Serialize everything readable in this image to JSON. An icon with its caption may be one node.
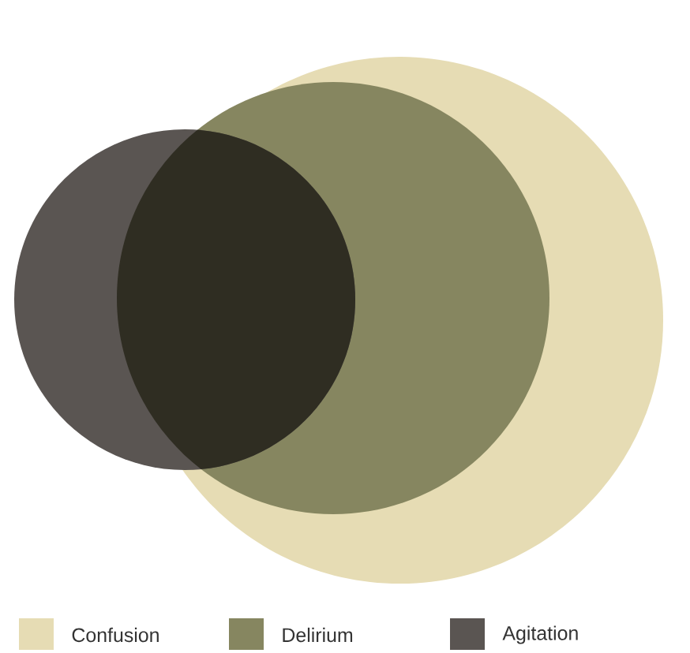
{
  "diagram": {
    "legend": [
      {
        "text": "Confusion",
        "color": "#e6dcb4"
      },
      {
        "text": "Delirium",
        "color": "#868660"
      },
      {
        "text": "Agitation",
        "color": "#5a5552"
      }
    ]
  }
}
